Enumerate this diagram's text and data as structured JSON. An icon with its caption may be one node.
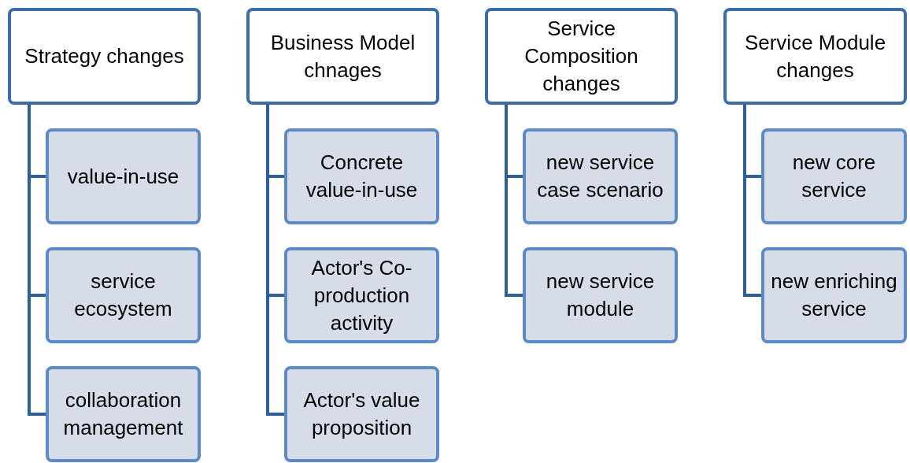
{
  "diagram": {
    "nodes": [
      {
        "text": [
          "Strategy changes"
        ]
      },
      {
        "text": [
          "value-in-use"
        ]
      },
      {
        "text": [
          "service ecosystem"
        ]
      },
      {
        "text": [
          "collaboration management"
        ]
      },
      {
        "text": [
          "Business Model chnages"
        ]
      },
      {
        "text": [
          "Concrete value-in-use"
        ]
      },
      {
        "text": [
          "Actor's Co-production activity"
        ]
      },
      {
        "text": [
          "Actor's value proposition"
        ]
      },
      {
        "text": [
          "Service Composition changes"
        ]
      },
      {
        "text": [
          "new service case scenario"
        ]
      },
      {
        "text": [
          "new service module"
        ]
      },
      {
        "text": [
          "Service Module changes"
        ]
      },
      {
        "text": [
          "new core service"
        ]
      },
      {
        "text": [
          "new enriching service"
        ]
      }
    ],
    "edges": [
      {
        "from": 0,
        "to": 1,
        "arrow": "none"
      },
      {
        "from": 0,
        "to": 2,
        "arrow": "none"
      },
      {
        "from": 0,
        "to": 3,
        "arrow": "none"
      },
      {
        "from": 4,
        "to": 5,
        "arrow": "none"
      },
      {
        "from": 4,
        "to": 6,
        "arrow": "none"
      },
      {
        "from": 4,
        "to": 7,
        "arrow": "none"
      },
      {
        "from": 8,
        "to": 9,
        "arrow": "none"
      },
      {
        "from": 8,
        "to": 10,
        "arrow": "none"
      },
      {
        "from": 11,
        "to": 12,
        "arrow": "none"
      },
      {
        "from": 11,
        "to": 13,
        "arrow": "none"
      }
    ]
  }
}
